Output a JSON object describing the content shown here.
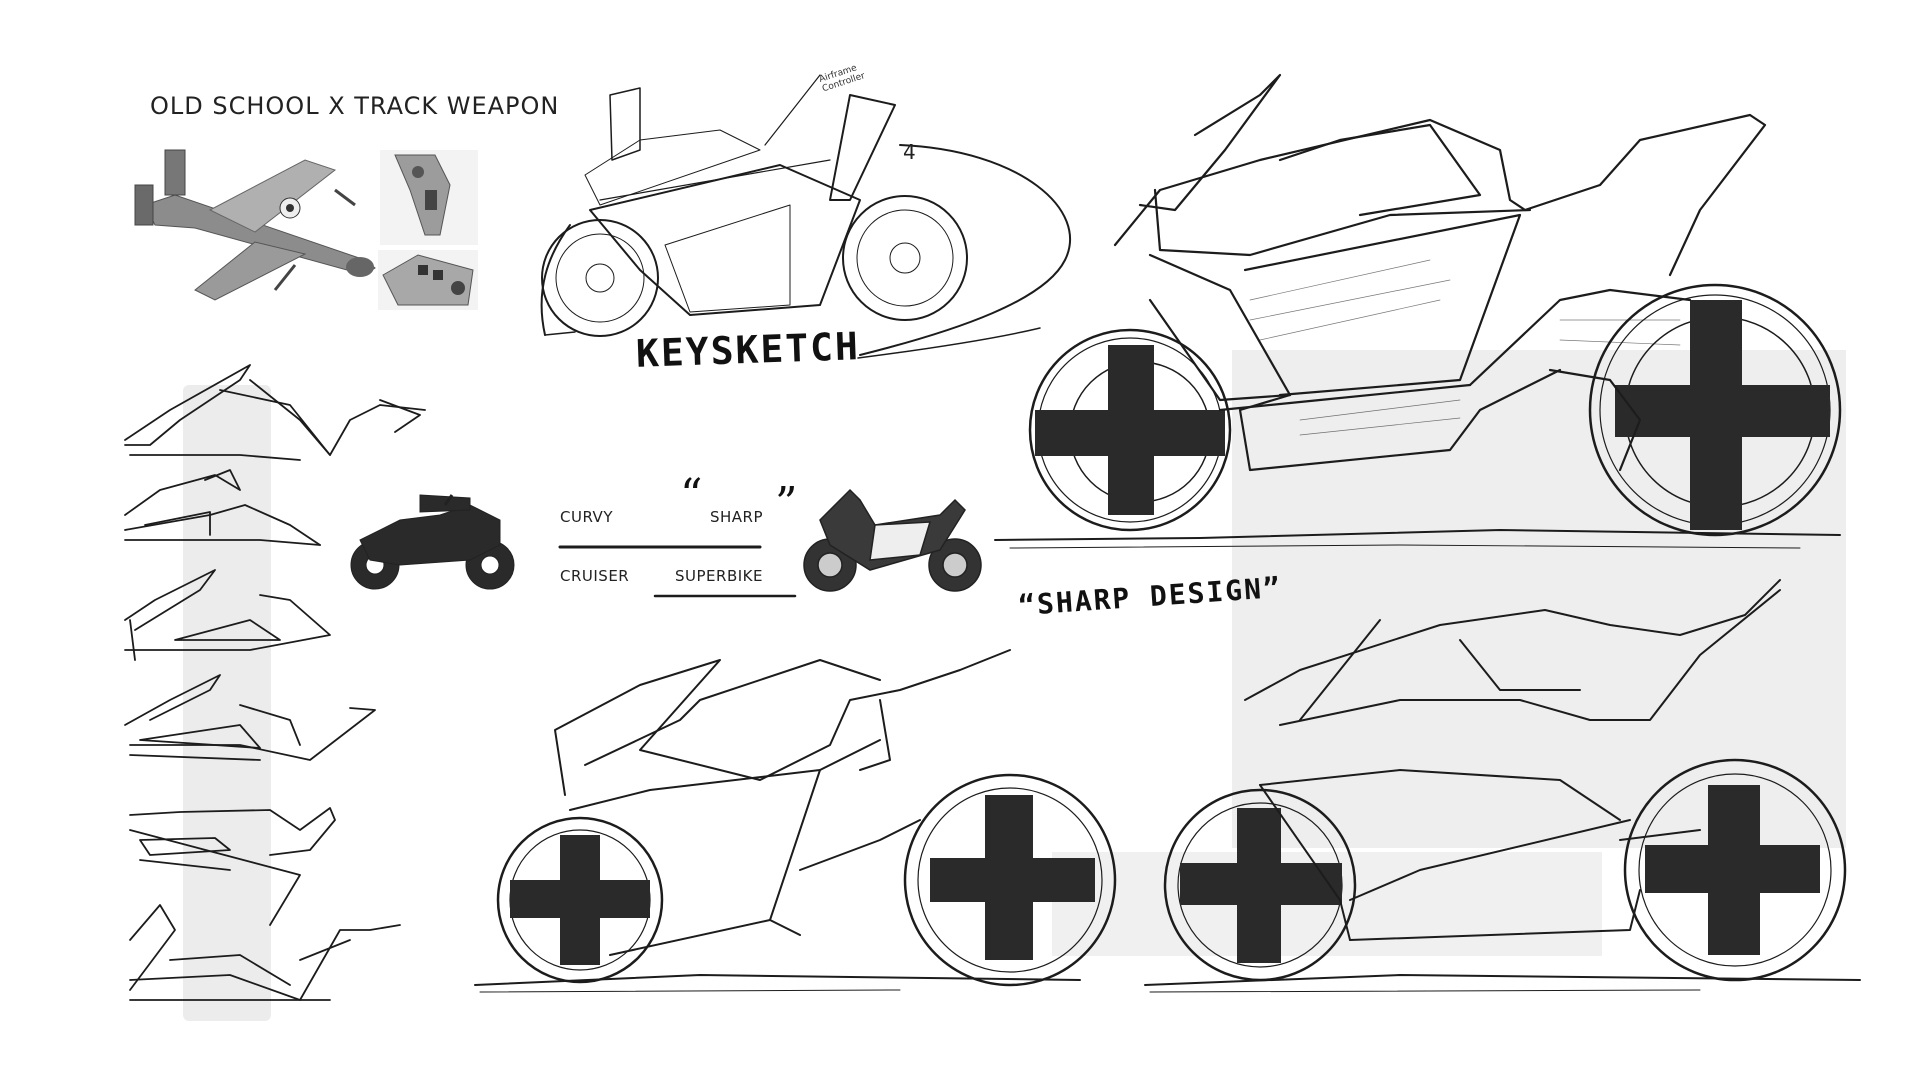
{
  "headline": "OLD SCHOOL  X  TRACK WEAPON",
  "keysketch": {
    "label": "KEYSKETCH",
    "step_number": "4",
    "annotation_line1": "Airframe",
    "annotation_line2": "Controller"
  },
  "spectrum": {
    "left_top": "CURVY",
    "right_top": "SHARP",
    "left_bottom": "CRUISER",
    "right_bottom": "SUPERBIKE"
  },
  "sharp_design": {
    "label": "SHARP DESIGN",
    "quote_open": "“",
    "quote_close": "”"
  },
  "colors": {
    "ink": "#1c1c1c",
    "panel_grey": "#ececec",
    "paper": "#ffffff"
  }
}
